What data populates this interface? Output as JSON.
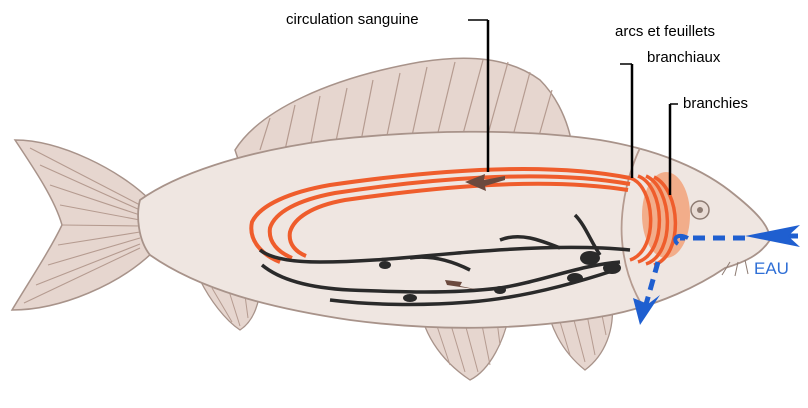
{
  "labels": {
    "circulation": "circulation sanguine",
    "arcs_line1": "arcs et feuillets",
    "arcs_line2": "branchiaux",
    "branchies": "branchies",
    "eau": "EAU"
  },
  "colors": {
    "fish_body": "#efe6e1",
    "fish_outline": "#a8938a",
    "fin": "#e6d6cf",
    "fin_ray": "#b59b90",
    "blood_red": "#ef5d2c",
    "blood_dark": "#2a2a2a",
    "gill_orange": "#f2a27a",
    "water_arrow": "#1f5fd0",
    "leader_line": "#000000",
    "eau_text": "#2f6fd6"
  },
  "icons": {
    "water_in": "arrow-left-icon",
    "water_out": "arrow-down-icon"
  }
}
